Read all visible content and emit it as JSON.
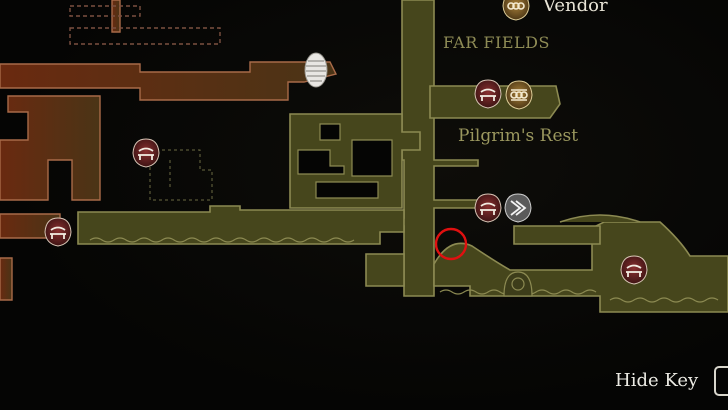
{
  "map": {
    "region_name": "FAR FIELDS",
    "area_label": "Pilgrim's Rest",
    "colors": {
      "far_fields": "#4a4a20",
      "far_fields_outline": "#8c8a52",
      "far_fields_label": "#8e8b55",
      "west_region": "#5a2c12",
      "west_region_outline": "#b07050",
      "bench_marker": "#f1ebe0",
      "bench_marker_bg": "#5a1f1f",
      "vendor_marker_bg": "#7a5a28",
      "player_circle": "#e01010"
    },
    "markers": [
      {
        "type": "bench",
        "icon": "bench-icon"
      },
      {
        "type": "bench",
        "icon": "bench-icon"
      },
      {
        "type": "bench",
        "icon": "bench-icon"
      },
      {
        "type": "bench",
        "icon": "bench-icon"
      },
      {
        "type": "bench",
        "icon": "bench-icon"
      },
      {
        "type": "vendor",
        "icon": "vendor-icon"
      },
      {
        "type": "vendor",
        "icon": "vendor-icon"
      },
      {
        "type": "ventrica",
        "icon": "ventrica-icon"
      },
      {
        "type": "cocoon",
        "icon": "cocoon-icon"
      },
      {
        "type": "player-location",
        "icon": "player-location-circle"
      }
    ]
  },
  "key": {
    "vendor_label": "Vendor",
    "vendor_icon": "vendor-icon",
    "hide_key_label": "Hide Key",
    "hide_key_icon": "button-prompt-icon"
  }
}
